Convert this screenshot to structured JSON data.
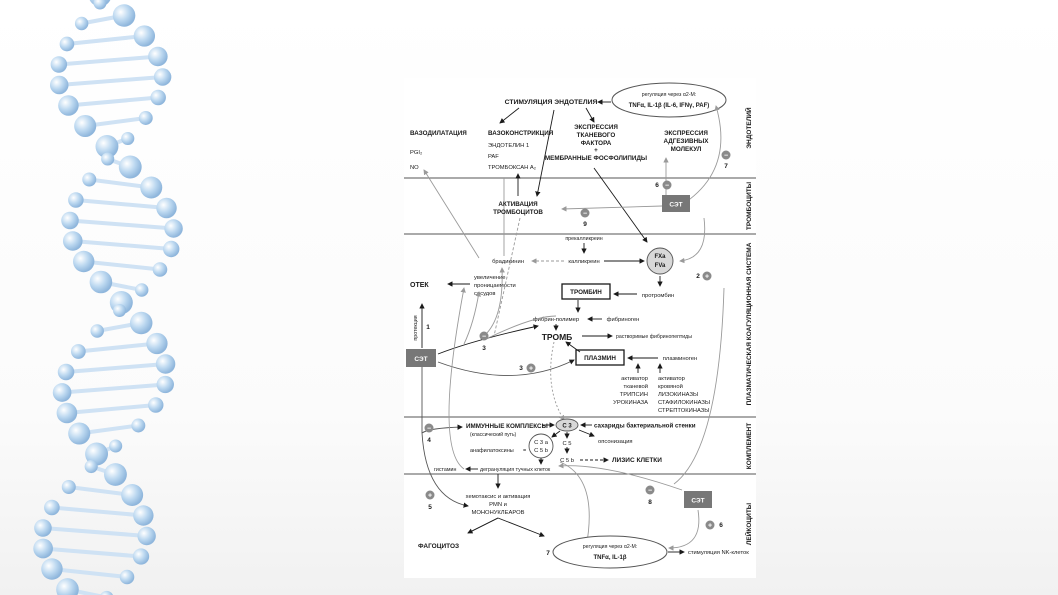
{
  "colors": {
    "helix_ball": "#bcd8f0",
    "helix_ball_edge": "#8fb6dc",
    "helix_rod": "#cfe2f4",
    "band_line": "#555555",
    "set_box": "#777777",
    "marker": "#8a8a8a",
    "arrow_grey": "#9a9a9a"
  },
  "sections": {
    "endothelium": "ЭНДОТЕЛИЙ",
    "platelets": "ТРОМБОЦИТЫ",
    "plasma": "ПЛАЗМАТИЧЕСКАЯ КОАГУЛЯЦИОННАЯ СИСТЕМА",
    "complement": "КОМПЛЕМЕНТ",
    "leukocytes": "ЛЕЙКОЦИТЫ"
  },
  "endo": {
    "reg_line1": "регуляция через α2-М:",
    "reg_line2": "TNFα, IL-1β (IL-6, IFNγ, PAF)",
    "stimulation": "СТИМУЛЯЦИЯ ЭНДОТЕЛИЯ",
    "vasodilation": "ВАЗОДИЛАТАЦИЯ",
    "pgi": "PGI₂",
    "no": "NO",
    "vasoconstriction": "ВАЗОКОНСТРИКЦИЯ",
    "endothelin": "ЭНДОТЕЛИН 1",
    "paf": "PAF",
    "thromboxane": "ТРОМБОКСАН A₂",
    "tf1": "ЭКСПРЕССИЯ",
    "tf2": "ТКАНЕВОГО",
    "tf3": "ФАКТОРА",
    "tf_plus": "+",
    "tf4": "МЕМБРАННЫЕ ФОСФОЛИПИДЫ",
    "adh1": "ЭКСПРЕССИЯ",
    "adh2": "АДГЕЗИВНЫХ",
    "adh3": "МОЛЕКУЛ"
  },
  "plt": {
    "act1": "АКТИВАЦИЯ",
    "act2": "ТРОМБОЦИТОВ",
    "set": "СЭТ"
  },
  "plasma": {
    "prekallikrein": "прекалликреин",
    "bradykinin": "брадикинин",
    "kallikrein": "калликреин",
    "fxa": "FXa",
    "fva": "FVa",
    "perm1": "увеличение",
    "perm2": "проницаемости",
    "perm3": "сосудов",
    "edema": "ОТЕК",
    "thrombin": "ТРОМБИН",
    "prothrombin": "протромбин",
    "protection": "протекция",
    "fibrin_polymer": "фибрин-полимер",
    "fibrinogen": "фибриноген",
    "thrombus": "ТРОМБ",
    "soluble": "растворимые фибринопептиды",
    "set": "СЭТ",
    "plasmin": "ПЛАЗМИН",
    "plasminogen": "плазминоген",
    "act_left1": "активатор",
    "act_left2": "тканевой",
    "act_left3": "ТРИПСИН",
    "act_left4": "УРОКИНАЗА",
    "act_right1": "активатор",
    "act_right2": "кровяной",
    "act_right3": "ЛИЗОКИНАЗЫ",
    "act_right4": "СТАФИЛОКИНАЗЫ",
    "act_right5": "СТРЕПТОКИНАЗЫ"
  },
  "compl": {
    "immune": "ИММУННЫЕ КОМПЛЕКСЫ",
    "classical": "(классический путь)",
    "c3": "C 3",
    "saccharides": "сахариды бактериальной стенки",
    "c3a": "C 3 a",
    "c5b_small": "C 5 b",
    "anaphyl": "анафилатоксины",
    "c5": "C 5",
    "opsonization": "опсонизация",
    "c5b": "C 5 b",
    "lysis": "ЛИЗИС КЛЕТКИ",
    "histamine": "гистамин",
    "degran": "дегрануляция тучных клеток"
  },
  "leuk": {
    "chemo1": "хемотаксис и активация",
    "chemo2": "PMN и",
    "chemo3": "МОНОНУКЛЕАРОВ",
    "phago": "ФАГОЦИТОЗ",
    "set": "СЭТ",
    "reg_line1": "регуляция через α2-М:",
    "reg_line2": "TNFα, IL-1β",
    "nk": "стимуляция NK-клеток"
  },
  "markers": {
    "m1": "1",
    "m2": "2",
    "m3a": "3",
    "m3b": "3",
    "m4": "4",
    "m5": "5",
    "m6a": "6",
    "m6b": "6",
    "m7a": "7",
    "m7b": "7",
    "m8": "8",
    "m9": "9",
    "minus": "−",
    "plus": "+"
  }
}
